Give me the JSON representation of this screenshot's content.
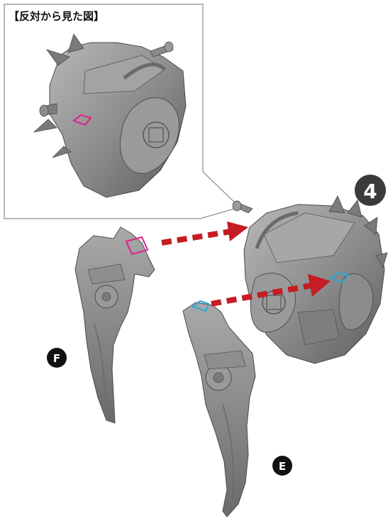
{
  "inset": {
    "title": "【反対から見た図】"
  },
  "step": {
    "number": "4"
  },
  "parts": {
    "f_label": "F",
    "e_label": "E"
  },
  "colors": {
    "plastic": "#8c8c8c",
    "plastic_dark": "#5c5c5c",
    "plastic_light": "#b5b5b5",
    "arrow_red": "#c41d23",
    "marker_magenta": "#e0208a",
    "marker_cyan": "#2aa7d8",
    "badge": "#3b3b3b"
  }
}
